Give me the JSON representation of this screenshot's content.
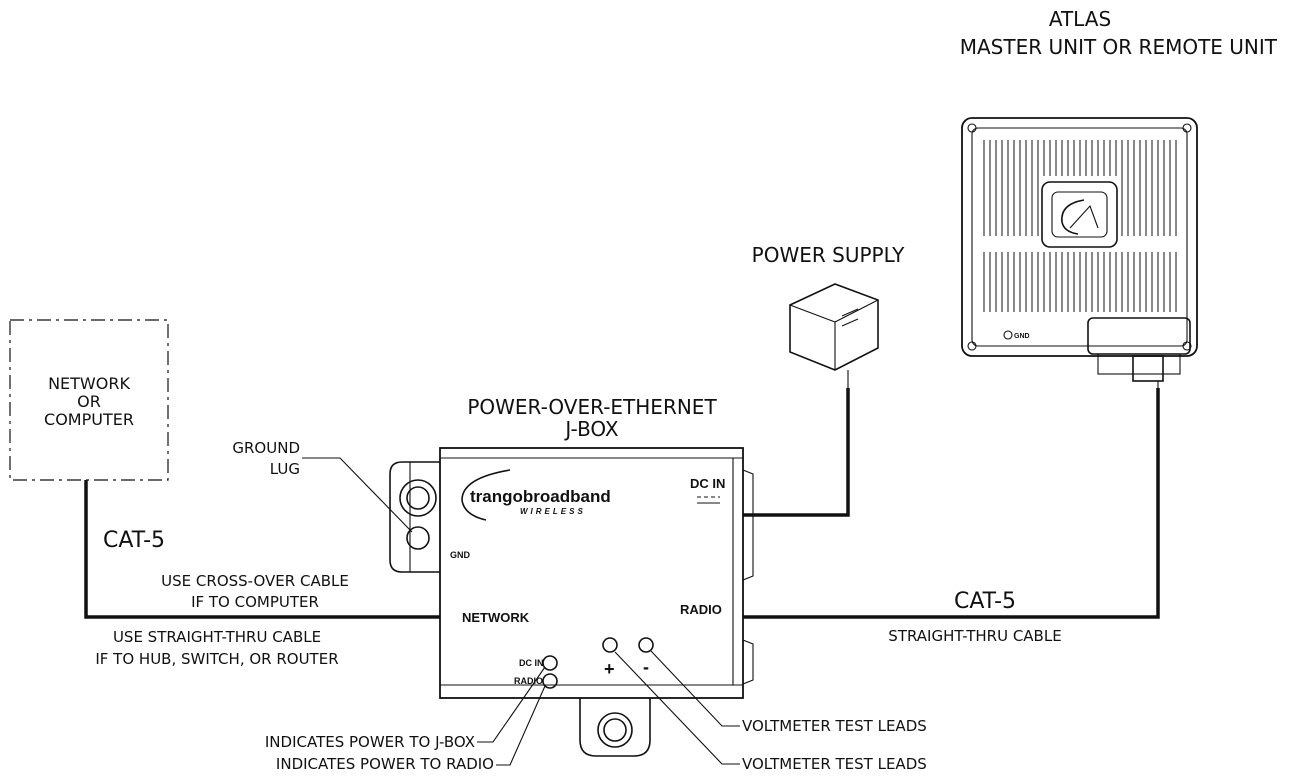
{
  "atlas": {
    "title": "ATLAS",
    "subtitle": "MASTER UNIT OR REMOTE UNIT",
    "ground_mark": "GND"
  },
  "power_supply": {
    "title": "POWER SUPPLY"
  },
  "network": {
    "line1": "NETWORK",
    "line2": "OR",
    "line3": "COMPUTER"
  },
  "jbox": {
    "title_line1": "POWER-OVER-ETHERNET",
    "title_line2": "J-BOX",
    "brand": "trangobroadband",
    "brand_sub": "WIRELESS",
    "dc_in": "DC IN",
    "gnd": "GND",
    "network_port": "NETWORK",
    "radio_port": "RADIO",
    "led_dc_in": "DC IN",
    "led_radio": "RADIO",
    "plus": "+",
    "minus": "-"
  },
  "ground_lug": {
    "line1": "GROUND",
    "line2": "LUG"
  },
  "left_cable": {
    "title": "CAT-5",
    "note1_line1": "USE CROSS-OVER CABLE",
    "note1_line2": "IF TO COMPUTER",
    "note2_line1": "USE STRAIGHT-THRU CABLE",
    "note2_line2": "IF TO HUB, SWITCH, OR ROUTER"
  },
  "right_cable": {
    "title": "CAT-5",
    "note": "STRAIGHT-THRU CABLE"
  },
  "callouts": {
    "power_to_jbox": "INDICATES POWER TO J-BOX",
    "power_to_radio": "INDICATES POWER TO RADIO",
    "voltmeter_1": "VOLTMETER TEST LEADS",
    "voltmeter_2": "VOLTMETER TEST LEADS"
  },
  "colors": {
    "ink": "#111111",
    "background": "#ffffff"
  }
}
